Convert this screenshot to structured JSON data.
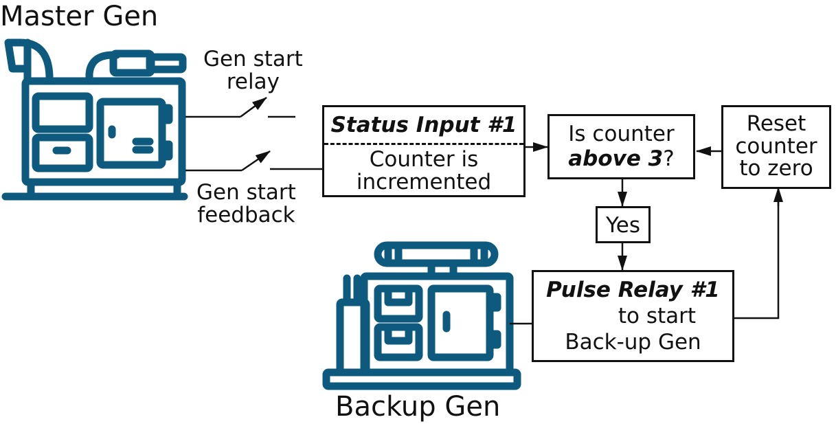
{
  "colors": {
    "icon": "#0e5a7e",
    "line": "#111111",
    "background": "#ffffff"
  },
  "master_gen": {
    "title": "Master Gen",
    "icon": "generator-icon"
  },
  "backup_gen": {
    "title": "Backup Gen",
    "icon": "generator-icon"
  },
  "labels": {
    "gen_start_relay": [
      "Gen start",
      "relay"
    ],
    "gen_start_feedback": [
      "Gen start",
      "feedback"
    ]
  },
  "boxes": {
    "status_input": {
      "header": "Status Input #1",
      "body": [
        "Counter is",
        "incremented"
      ]
    },
    "is_counter": {
      "line1": "Is counter",
      "bold": "above 3",
      "suffix": "?"
    },
    "reset": {
      "lines": [
        "Reset",
        "counter",
        "to zero"
      ]
    },
    "yes": {
      "label": "Yes"
    },
    "pulse_relay": {
      "header": "Pulse Relay #1",
      "lines": [
        "to start",
        "Back-up Gen"
      ]
    }
  }
}
